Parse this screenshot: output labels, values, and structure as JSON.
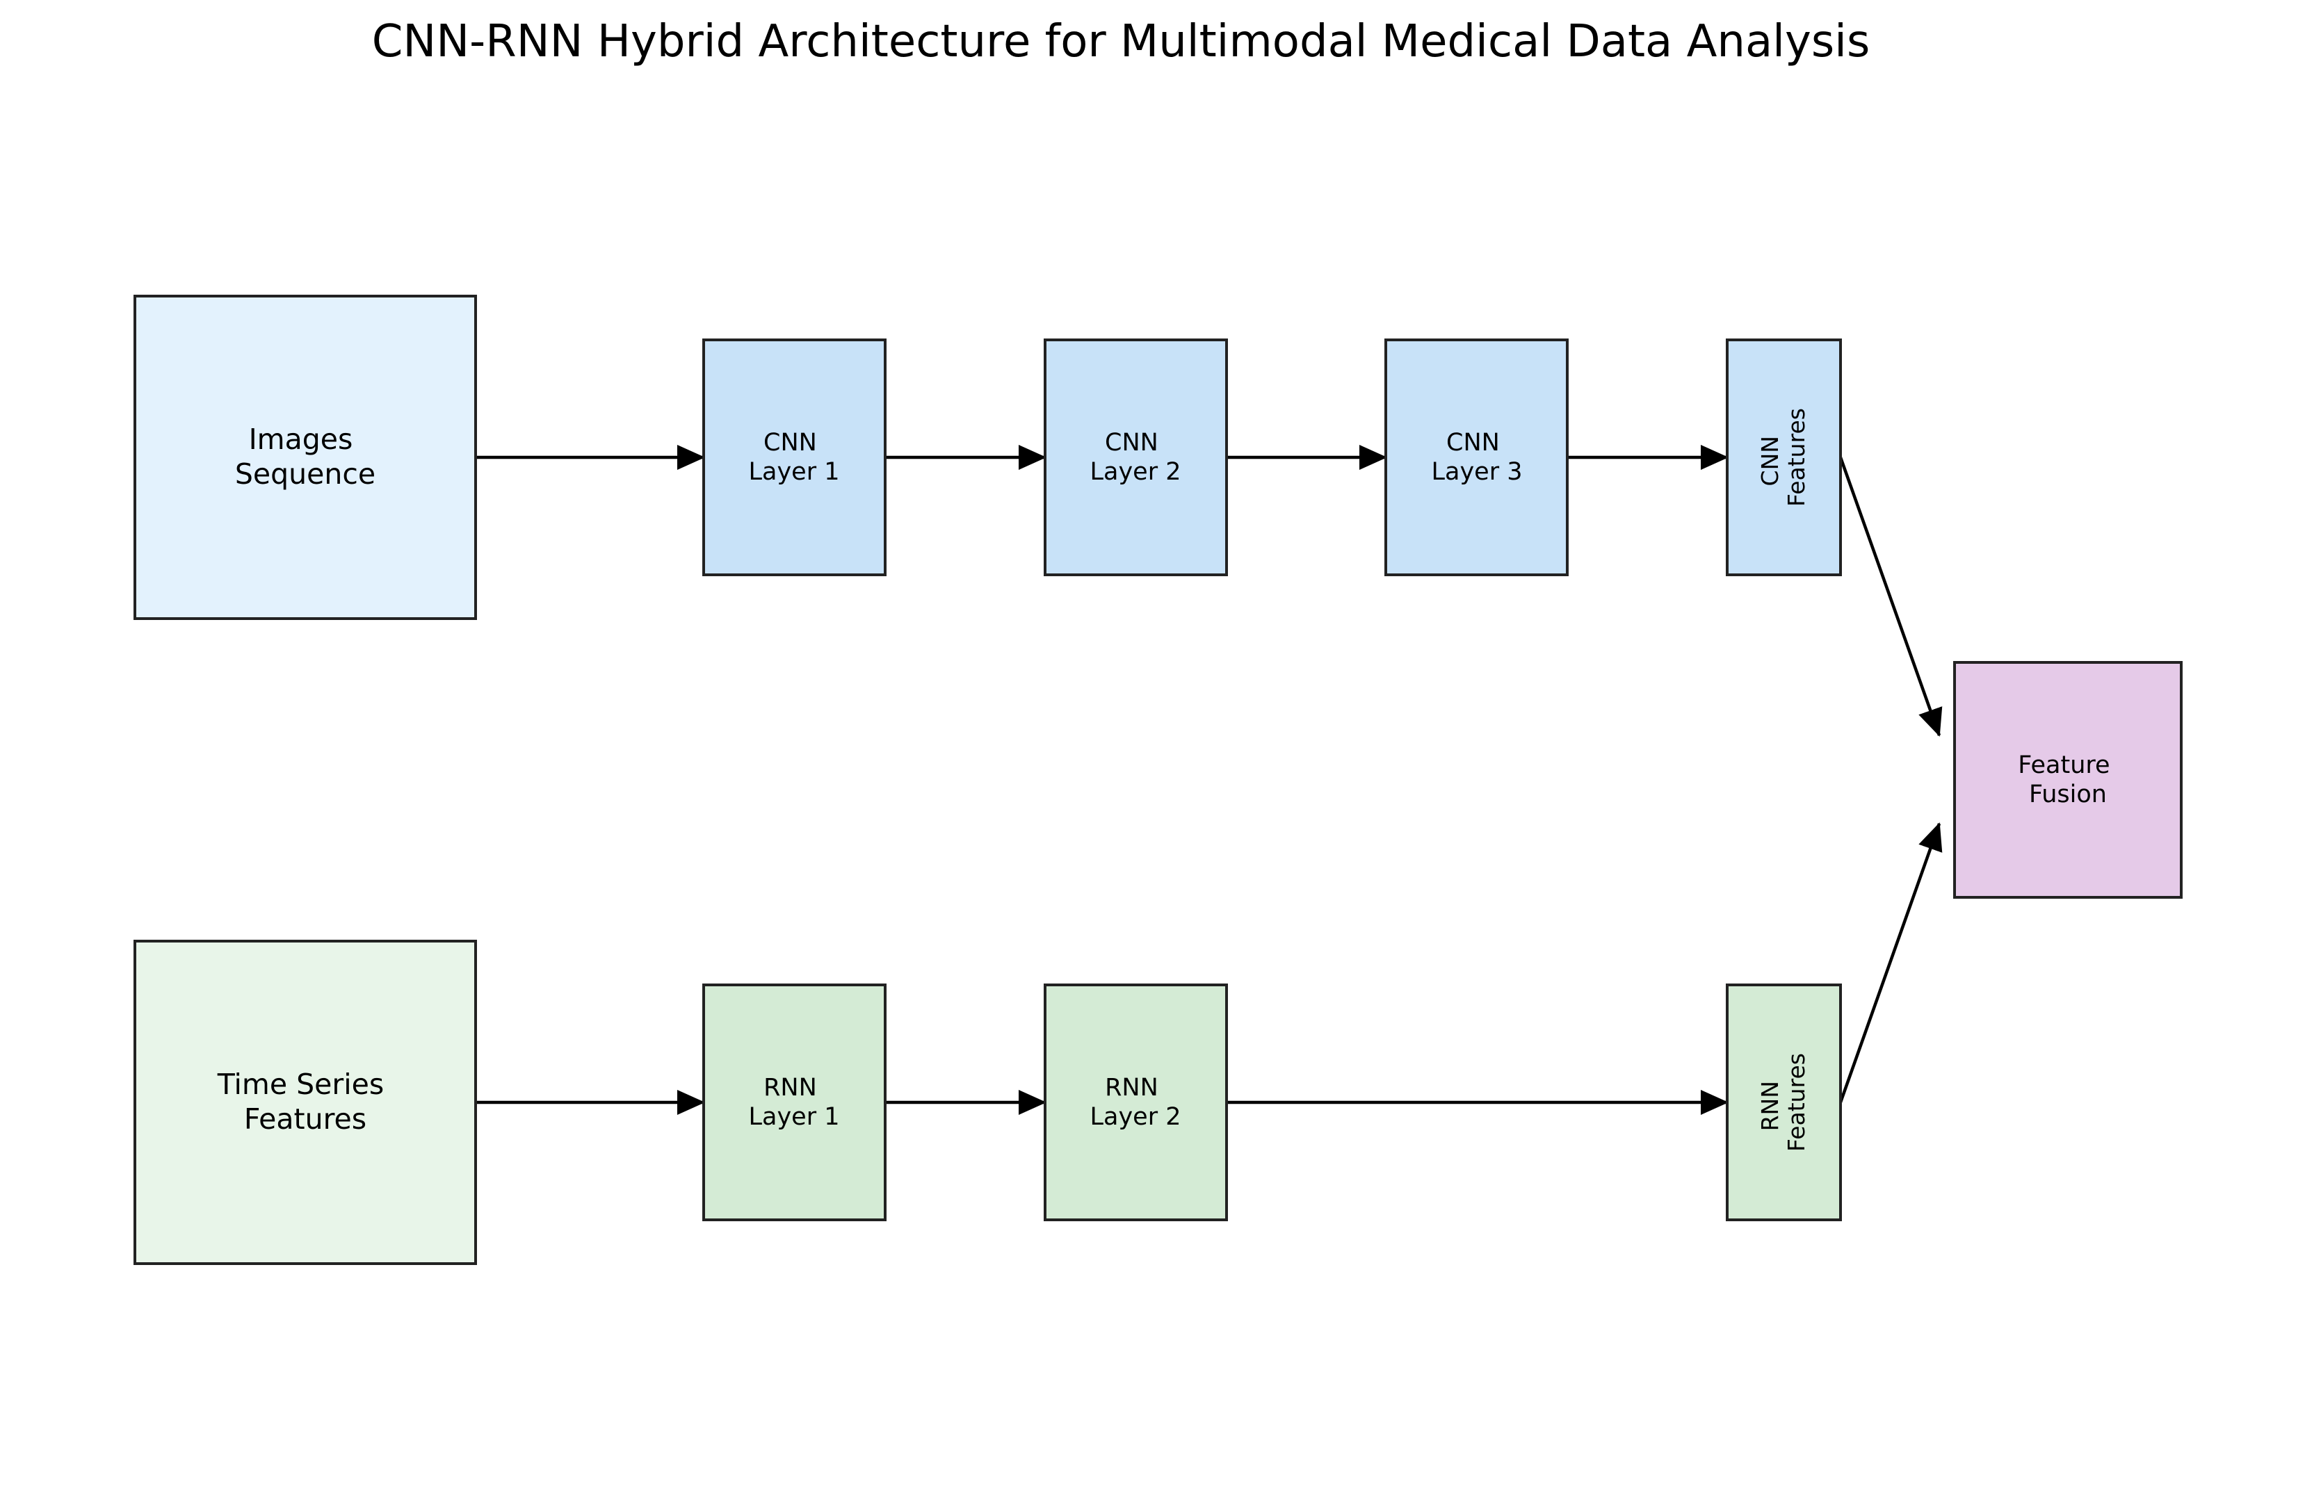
{
  "title": "CNN-RNN Hybrid Architecture for Multimodal Medical Data Analysis",
  "colors": {
    "input_image": "#e3f2fd",
    "cnn": "#c8e2f8",
    "input_series": "#e8f5e9",
    "rnn": "#d4ebd5",
    "fusion": "#e5cae8",
    "edge": "#000000"
  },
  "nodes": {
    "images_sequence": {
      "line1": "Images",
      "line2": "Sequence"
    },
    "cnn_layer_1": {
      "line1": "CNN",
      "line2": "Layer 1"
    },
    "cnn_layer_2": {
      "line1": "CNN",
      "line2": "Layer 2"
    },
    "cnn_layer_3": {
      "line1": "CNN",
      "line2": "Layer 3"
    },
    "cnn_features": {
      "line1": "CNN",
      "line2": "Features"
    },
    "time_series_features": {
      "line1": "Time Series",
      "line2": "Features"
    },
    "rnn_layer_1": {
      "line1": "RNN",
      "line2": "Layer 1"
    },
    "rnn_layer_2": {
      "line1": "RNN",
      "line2": "Layer 2"
    },
    "rnn_features": {
      "line1": "RNN",
      "line2": "Features"
    },
    "feature_fusion": {
      "line1": "Feature",
      "line2": "Fusion"
    }
  },
  "edges": [
    {
      "from": "images_sequence",
      "to": "cnn_layer_1"
    },
    {
      "from": "cnn_layer_1",
      "to": "cnn_layer_2"
    },
    {
      "from": "cnn_layer_2",
      "to": "cnn_layer_3"
    },
    {
      "from": "cnn_layer_3",
      "to": "cnn_features"
    },
    {
      "from": "cnn_features",
      "to": "feature_fusion"
    },
    {
      "from": "time_series_features",
      "to": "rnn_layer_1"
    },
    {
      "from": "rnn_layer_1",
      "to": "rnn_layer_2"
    },
    {
      "from": "rnn_layer_2",
      "to": "rnn_features"
    },
    {
      "from": "rnn_features",
      "to": "feature_fusion"
    }
  ]
}
